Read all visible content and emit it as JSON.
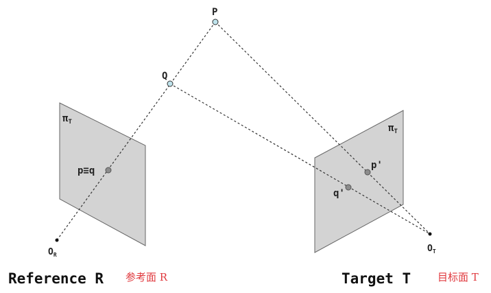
{
  "labels": {
    "P": "P",
    "Q": "Q",
    "p_eq_q": "p≡q",
    "p_prime": "p'",
    "q_prime": "q'",
    "pi": "π",
    "pi_sub": "T",
    "O": "O",
    "O_R_sub": "R",
    "O_T_sub": "T"
  },
  "captions": {
    "reference": "Reference R",
    "reference_cn": "参考面 R",
    "target": "Target T",
    "target_cn": "目标面 T"
  },
  "colors": {
    "plane_fill": "#d3d3d3",
    "world_point": "#bfe3ec",
    "image_point": "#8c8c8c",
    "chinese_label": "#e0393e"
  }
}
